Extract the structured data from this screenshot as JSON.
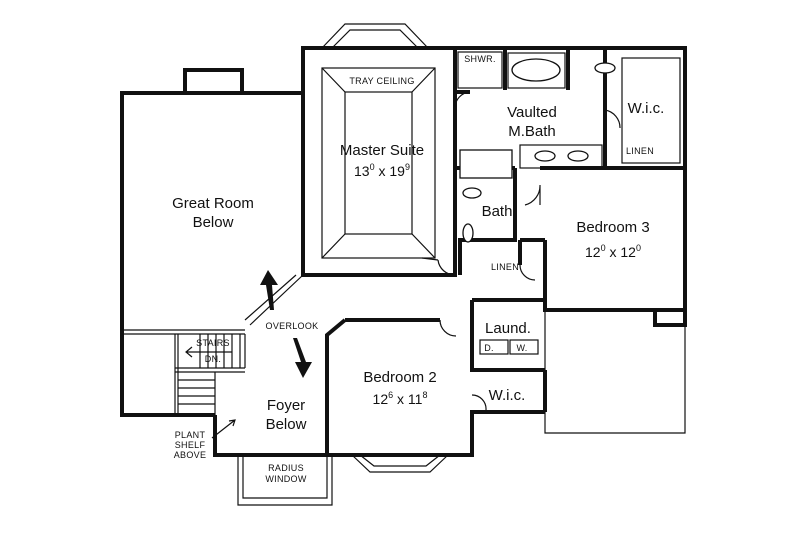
{
  "rooms": {
    "great_room": {
      "line1": "Great Room",
      "line2": "Below"
    },
    "master_suite": {
      "name": "Master Suite",
      "dim_w": "13",
      "dim_w_sup": "0",
      "dim_x": "x",
      "dim_l": "19",
      "dim_l_sup": "9"
    },
    "tray_ceiling": "TRAY CEILING",
    "shower": "SHWR.",
    "vaulted_bath": {
      "line1": "Vaulted",
      "line2": "M.Bath"
    },
    "wic_master": "W.i.c.",
    "linen_master": "LINEN",
    "bath": "Bath",
    "bedroom3": {
      "name": "Bedroom 3",
      "dim_w": "12",
      "dim_w_sup": "0",
      "dim_x": "x",
      "dim_l": "12",
      "dim_l_sup": "0"
    },
    "linen_hall": "LINEN",
    "overlook": "OVERLOOK",
    "stairs": "STAIRS",
    "down": "DN.",
    "laundry": "Laund.",
    "dryer": "D.",
    "washer": "W.",
    "bedroom2": {
      "name": "Bedroom 2",
      "dim_w": "12",
      "dim_w_sup": "6",
      "dim_x": "x",
      "dim_l": "11",
      "dim_l_sup": "8"
    },
    "wic_bed2": "W.i.c.",
    "foyer": {
      "line1": "Foyer",
      "line2": "Below"
    },
    "plant_shelf": {
      "line1": "PLANT",
      "line2": "SHELF",
      "line3": "ABOVE"
    },
    "radius_window": {
      "line1": "RADIUS",
      "line2": "WINDOW"
    }
  }
}
